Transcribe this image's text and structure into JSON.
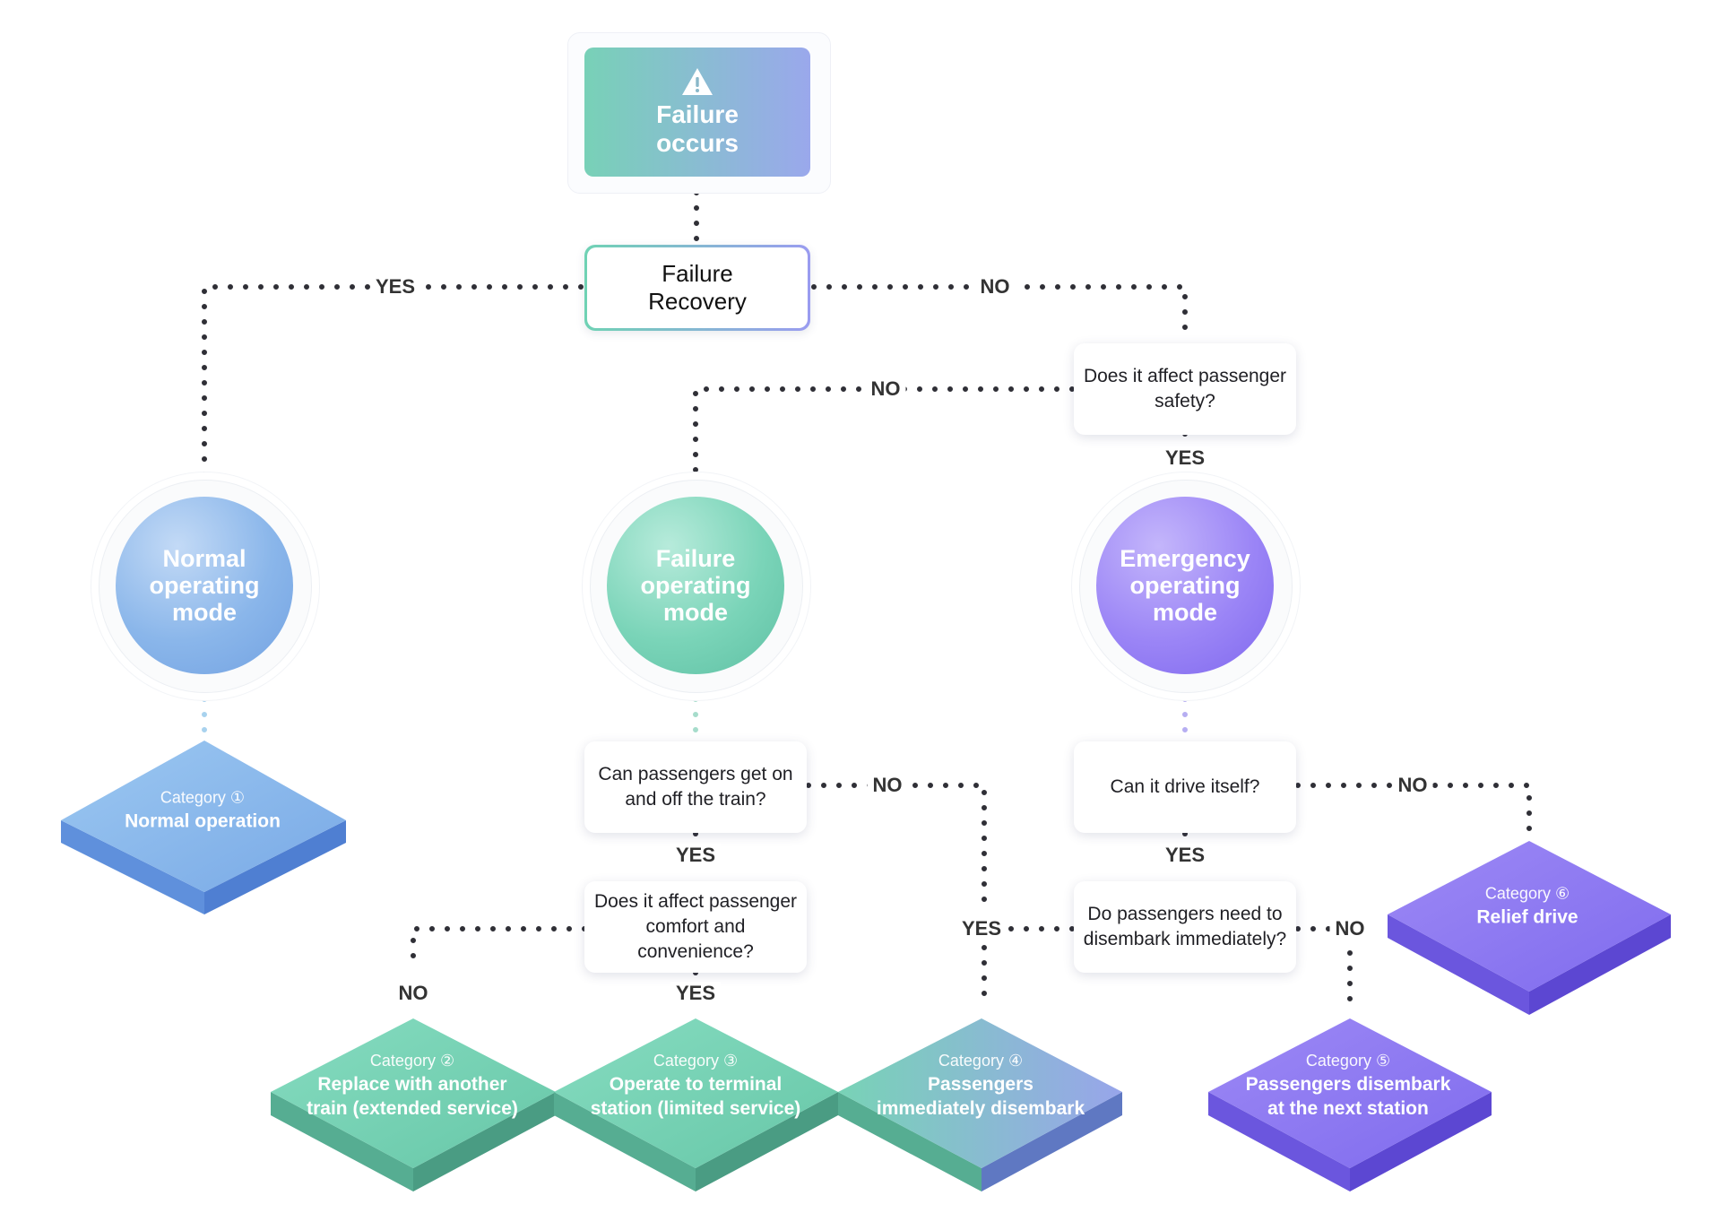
{
  "start": {
    "title": "Failure occurs"
  },
  "recovery": {
    "label": "Failure Recovery"
  },
  "labels": {
    "top_yes": "YES",
    "top_no": "NO",
    "safety_no": "NO",
    "safety_yes": "YES",
    "getonoff_no": "NO",
    "getonoff_yes": "YES",
    "comfort_no": "NO",
    "comfort_yes": "YES",
    "drive_no": "NO",
    "drive_yes": "YES",
    "disembark_yes": "YES",
    "disembark_no": "NO"
  },
  "decisions": {
    "safety": "Does it affect passenger safety?",
    "getonoff": "Can passengers get on and off the train?",
    "comfort": "Does it affect passenger comfort and convenience?",
    "drive": "Can it drive itself?",
    "disembark": "Do passengers need to disembark immediately?"
  },
  "modes": {
    "normal": "Normal operating mode",
    "failure": "Failure operating mode",
    "emergency": "Emergency operating mode"
  },
  "categories": [
    {
      "id": "c1",
      "tag": "Category ①",
      "name": "Normal operation"
    },
    {
      "id": "c2",
      "tag": "Category ②",
      "name": "Replace with another train (extended service)"
    },
    {
      "id": "c3",
      "tag": "Category ③",
      "name": "Operate to terminal station (limited service)"
    },
    {
      "id": "c4",
      "tag": "Category ④",
      "name": "Passengers immediately disembark"
    },
    {
      "id": "c5",
      "tag": "Category ⑤",
      "name": "Passengers disembark at the next station"
    },
    {
      "id": "c6",
      "tag": "Category ⑥",
      "name": "Relief drive"
    }
  ],
  "colors": {
    "green": "#78d1b7",
    "blue": "#8ab6ea",
    "purple": "#8f7cf3",
    "connector": "#2f2f36"
  }
}
